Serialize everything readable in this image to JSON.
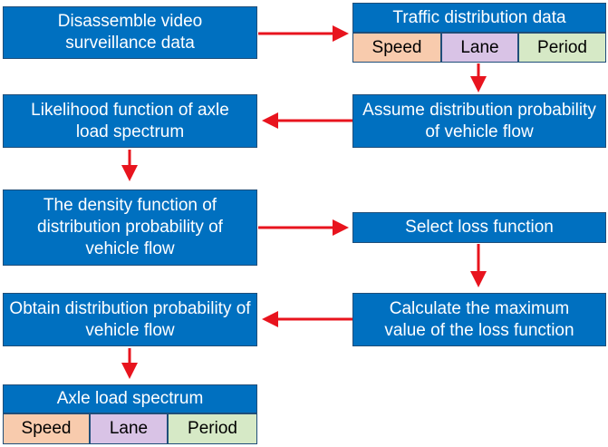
{
  "colors": {
    "box_fill": "#0070c0",
    "box_border": "#1f4e79",
    "box_text": "#ffffff",
    "arrow": "#e8141e",
    "speed_cell": "#f8cbad",
    "lane_cell": "#d9c3e6",
    "period_cell": "#d6e9c6"
  },
  "nodes": {
    "disassemble": "Disassemble video surveillance data",
    "traffic_header": "Traffic distribution data",
    "traffic_cells": [
      "Speed",
      "Lane",
      "Period"
    ],
    "likelihood": "Likelihood function of  axle load spectrum",
    "assume": "Assume distribution probability of vehicle flow",
    "density": "The density function of distribution probability of vehicle flow",
    "select_loss": "Select loss function",
    "obtain": "Obtain distribution probability of vehicle flow",
    "calculate": "Calculate the maximum value of the loss function",
    "axle_header": "Axle load spectrum",
    "axle_cells": [
      "Speed",
      "Lane",
      "Period"
    ]
  }
}
